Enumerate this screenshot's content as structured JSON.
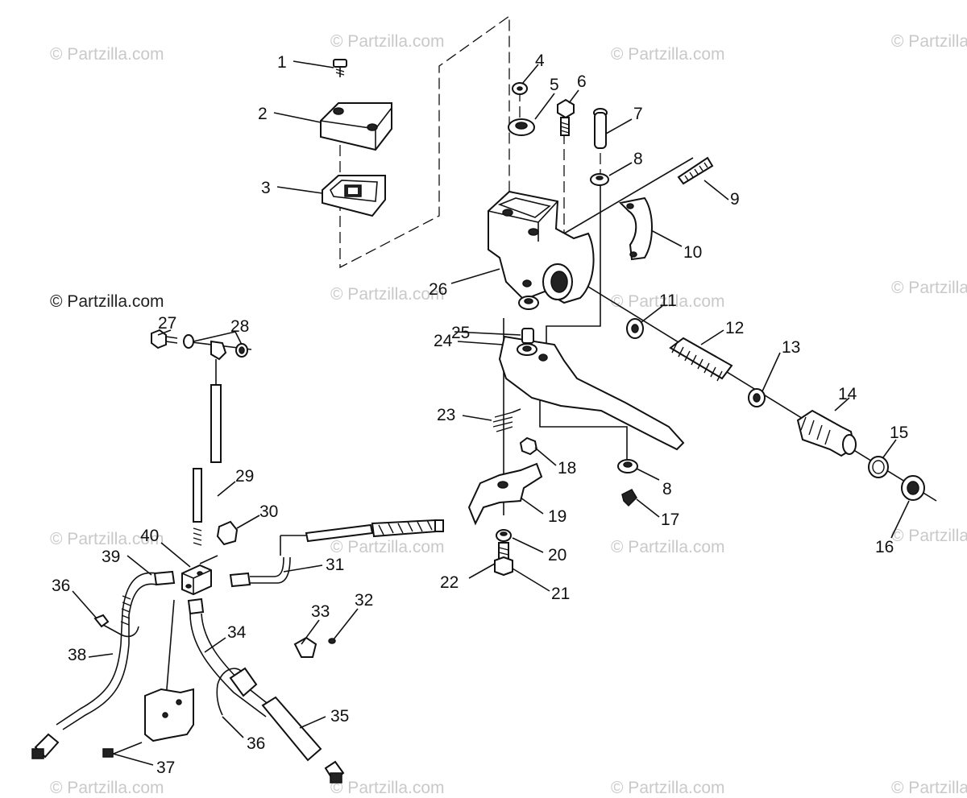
{
  "watermark_text": "© Partzilla.com",
  "part_labels": {
    "p1": "1",
    "p2": "2",
    "p3": "3",
    "p4": "4",
    "p5": "5",
    "p6": "6",
    "p7": "7",
    "p8a": "8",
    "p8b": "8",
    "p9": "9",
    "p10": "10",
    "p11": "11",
    "p12": "12",
    "p13": "13",
    "p14": "14",
    "p15": "15",
    "p16": "16",
    "p17": "17",
    "p18": "18",
    "p19": "19",
    "p20": "20",
    "p21": "21",
    "p22": "22",
    "p23": "23",
    "p24": "24",
    "p25": "25",
    "p26": "26",
    "p27": "27",
    "p28": "28",
    "p29": "29",
    "p30": "30",
    "p31": "31",
    "p32": "32",
    "p33": "33",
    "p34": "34",
    "p35": "35",
    "p36a": "36",
    "p36b": "36",
    "p37": "37",
    "p38": "38",
    "p39": "39",
    "p40": "40"
  }
}
